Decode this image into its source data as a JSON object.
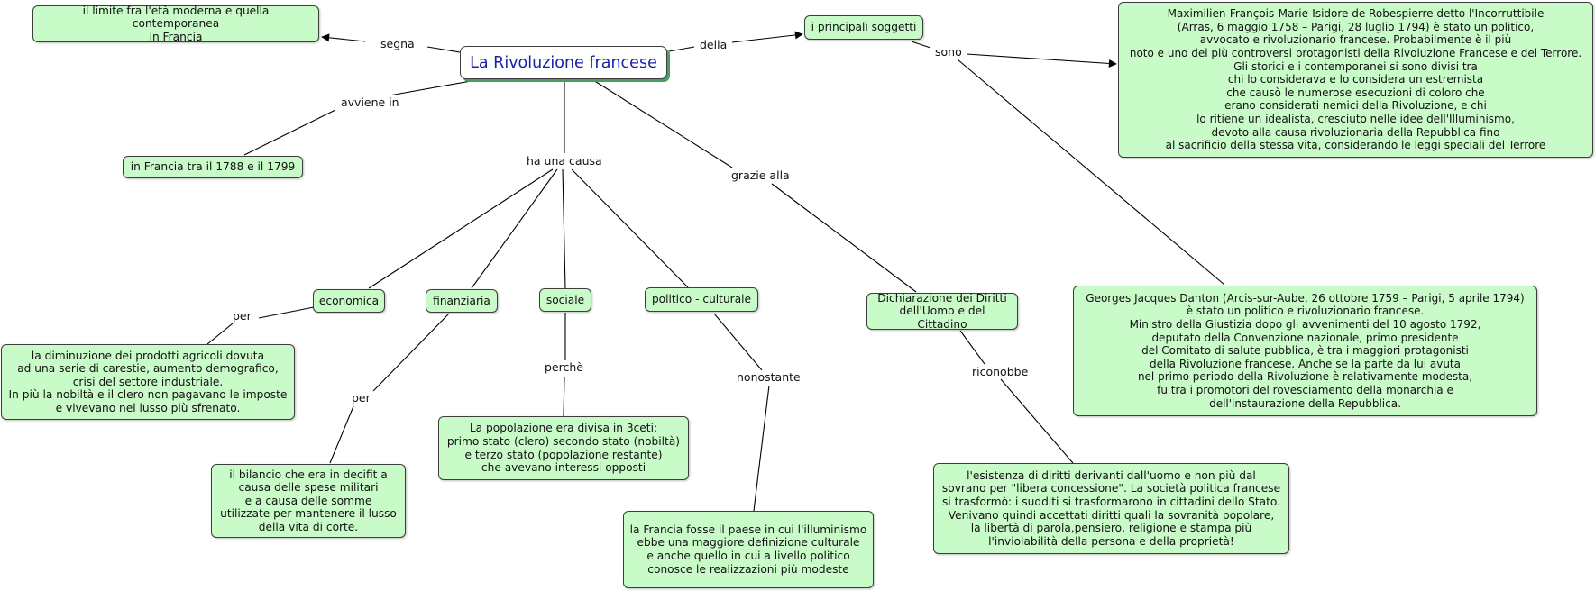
{
  "root": {
    "label": "La Rivoluzione francese"
  },
  "nodes": {
    "limite": "il limite fra l'età moderna e quella contemporanea\nin Francia",
    "francia_date": "in Francia tra il 1788 e il 1799",
    "soggetti": "i principali soggetti",
    "robespierre": "Maximilien-François-Marie-Isidore de Robespierre detto l'Incorruttibile\n(Arras, 6 maggio 1758 – Parigi, 28 luglio 1794) è stato un politico,\navvocato e rivoluzionario francese. Probabilmente è il più\nnoto e uno dei più controversi protagonisti della Rivoluzione Francese e del Terrore.\nGli storici e i contemporanei si sono divisi tra\nchi lo considerava e lo considera un estremista\nche causò le numerose esecuzioni di coloro che\nerano considerati nemici della Rivoluzione, e chi\nlo ritiene un idealista, cresciuto nelle idee dell'Illuminismo,\ndevoto alla causa rivoluzionaria della Repubblica fino\nal sacrificio della stessa vita, considerando le leggi speciali del Terrore",
    "danton": "Georges Jacques Danton (Arcis-sur-Aube, 26 ottobre 1759 – Parigi, 5 aprile 1794)\nè stato un politico e rivoluzionario francese.\nMinistro della Giustizia dopo gli avvenimenti del 10 agosto 1792,\ndeputato della Convenzione nazionale, primo presidente\ndel Comitato di salute pubblica, è tra i maggiori protagonisti\ndella Rivoluzione francese. Anche se la parte da lui avuta\nnel primo periodo della Rivoluzione è relativamente modesta,\nfu tra i promotori del rovesciamento della monarchia e\ndell'instaurazione della Repubblica.",
    "economica": "economica",
    "finanziaria": "finanziaria",
    "sociale": "sociale",
    "politico": "politico - culturale",
    "dichiarazione": "Dichiarazione dei Diritti\ndell'Uomo e del Cittadino",
    "econ_detail": "la diminuzione dei prodotti agricoli dovuta\nad una serie di carestie, aumento demografico,\ncrisi del settore industriale.\nIn più la nobiltà e il clero non pagavano le imposte\ne vivevano nel lusso più sfrenato.",
    "bilancio": "il bilancio che era in decifit a\ncausa delle spese militari\ne a causa delle somme\nutilizzate per mantenere il lusso\ndella vita di corte.",
    "popolazione": "La popolazione era divisa in 3ceti:\nprimo stato (clero) secondo stato (nobiltà)\ne terzo stato (popolazione restante)\nche avevano interessi opposti",
    "illuminismo": "la Francia fosse il paese in cui l'illuminismo\nebbe una maggiore definizione culturale\ne anche quello in cui a livello politico\nconosce le realizzazioni più modeste",
    "diritti": "l'esistenza di diritti derivanti dall'uomo e non più dal\nsovrano per \"libera concessione\". La società politica francese\nsi trasformò: i sudditi si trasformarono in cittadini dello Stato.\nVenivano quindi accettati diritti quali la sovranità popolare,\nla libertà di parola,pensiero, religione e stampa più\nl'inviolabilità della persona e della proprietà!"
  },
  "links": {
    "segna": "segna",
    "della": "della",
    "sono": "sono",
    "avviene_in": "avviene in",
    "ha_una_causa": "ha una causa",
    "grazie_alla": "grazie alla",
    "per_econ": "per",
    "per_fin": "per",
    "perche": "perchè",
    "nonostante": "nonostante",
    "riconobbe": "riconobbe"
  }
}
